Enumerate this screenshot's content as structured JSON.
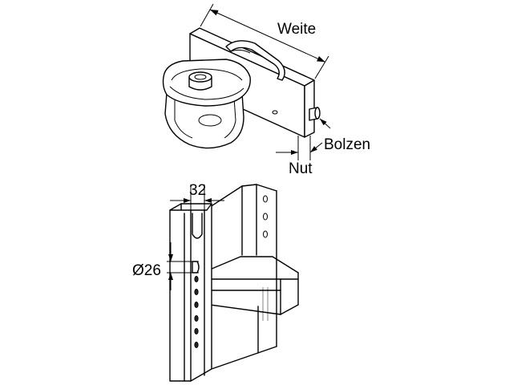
{
  "labels": {
    "weite": "Weite",
    "bolzen": "Bolzen",
    "nut": "Nut",
    "dim_32": "32",
    "dim_diameter": "Ø26"
  },
  "colors": {
    "line": "#000000",
    "background": "#ffffff"
  }
}
